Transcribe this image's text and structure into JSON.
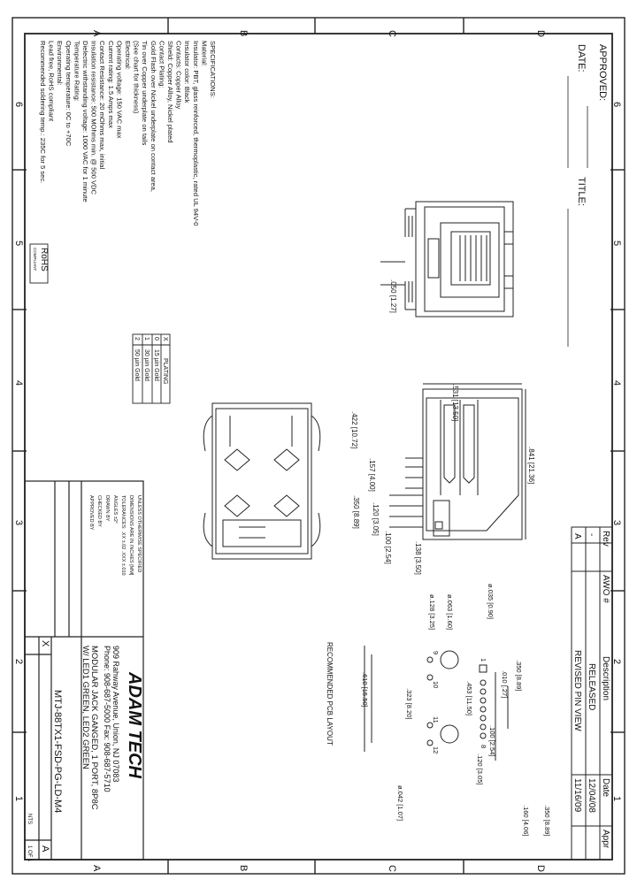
{
  "zone_letters_top": [
    "D",
    "C",
    "B",
    "A"
  ],
  "zone_letters_bottom": [
    "D",
    "C",
    "B",
    "A"
  ],
  "zone_numbers": [
    "6",
    "5",
    "4",
    "3",
    "2",
    "1"
  ],
  "approved_label": "APPROVED:",
  "date_label": "DATE:",
  "title_label": "TITLE:",
  "revision_table": {
    "headers": [
      "Rev",
      "AWO #",
      "Description",
      "Date",
      "Appr"
    ],
    "rows": [
      [
        "-",
        "",
        "RELEASED",
        "12/04/08",
        ""
      ],
      [
        "A",
        "",
        "REVISED PIN VIEW",
        "11/16/09",
        ""
      ]
    ]
  },
  "specifications": [
    "SPECIFICATIONS:",
    "Material:",
    "Insulator: PBT, glass reinforced, thermoplastic, rated UL 94V-0",
    "Insulator color: Black",
    "Contacts: Copper Alloy",
    "Shield: Copper Alloy, Nickel plated",
    "Contact Plating:",
    "Gold Flash over Nickel underplate on contact area,",
    "Tin over Copper underplate on tails",
    "(See chart for thickness)",
    "Electrical:",
    "Operating voltage: 150 VAC max",
    "Current rating: 1.5 Amps max",
    "Contact Resistance: 20 mOhms max, initial",
    "Insulation resistance: 500 MOhms min. @ 500 VDC",
    "Dielectric withstanding voltage: 1000 VAC for 1 minute",
    "Temperature Rating:",
    "Operating temperature: 0C to +70C",
    "Environmental:",
    "Lead free, RoHS compliant",
    "Recommended soldering temp.: 235C for 5 sec."
  ],
  "rohs": [
    "RoHS",
    "COMPLIANT"
  ],
  "plating_table": {
    "headers": [
      "X",
      "PLATING"
    ],
    "rows": [
      [
        "0",
        "15 µin Gold"
      ],
      [
        "1",
        "30 µin Gold"
      ],
      [
        "2",
        "50 µin Gold"
      ]
    ]
  },
  "dimensions": {
    "d050": ".050 [1.27]",
    "d531": ".531 [13.50]",
    "d841": ".841 [21.36]",
    "d422": ".422 [10.72]",
    "d157": ".157 [4.00]",
    "d120": ".120 [3.05]",
    "d350": ".350 [8.89]",
    "d100": ".100 [2.54]",
    "d138": ".138 [3.50]",
    "pcb_d350": ".350 [8.89]",
    "pcb_d010": ".010 [.27]",
    "pcb_d453": ".453 [11.50]",
    "pcb_d100": ".100 [2.54]",
    "pcb_d128": "ø.128 [3.25]",
    "pcb_d063": "ø.063 [1.60]",
    "pcb_d035": "ø.035 [0.90]",
    "pcb_d323": ".323 [8.20]",
    "pcb_d610": ".610 [15.50]",
    "pcb_d120": ".120 [3.05]",
    "pcb_d042": "ø.042 [1.07]",
    "pcb_d160": ".160 [4.06]",
    "pcb_d350b": ".350 [8.89]",
    "pin_1": "1",
    "pin_8": "8",
    "pin_9": "9",
    "pin_10": "10",
    "pin_11": "11",
    "pin_12": "12"
  },
  "pcb_layout_label": "RECOMMENDED PCB LAYOUT",
  "company": {
    "name": "ADAM TECH",
    "address": "909 Rahway Avenue, Union, NJ 07083",
    "phone": "Phone: 908-687-5000  Fax: 908-687-5710"
  },
  "drawing_title": [
    "MODULAR JACK GANGED, 1 PORT, 8P8C",
    "W/ LED1 GREEN, LED2 GREEN"
  ],
  "part_number": "MTJ-88TX1-FSD-PG-LD-M4",
  "rev_letter": "A",
  "size_letter": "X",
  "scale_label": "NTS",
  "sheet_label": "1 OF 1",
  "tolerance_block": [
    "UNLESS OTHERWISE SPECIFIED",
    "DIMENSIONS ARE IN INCHES [MM]",
    "TOLERANCES: .XX ±.02  .XXX ±.010",
    "ANGLES ±2°",
    "DRAWN BY",
    "CHECKED BY",
    "APPROVED BY"
  ],
  "colors": {
    "line": "#222222",
    "paper": "#ffffff"
  }
}
